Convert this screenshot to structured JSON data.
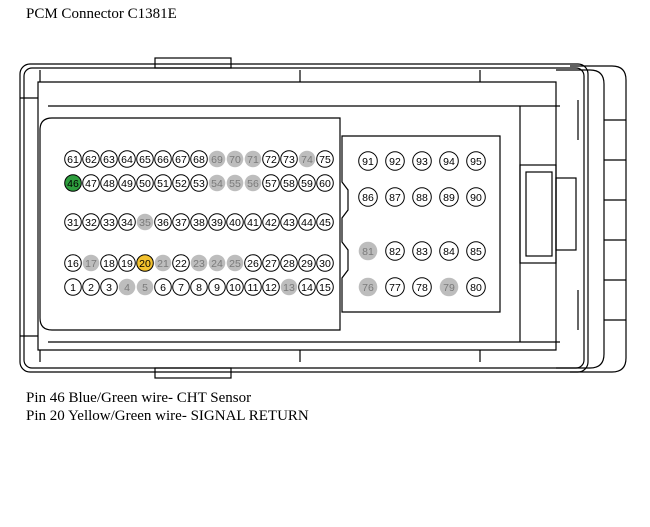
{
  "title": "PCM Connector C1381E",
  "notes": {
    "pin46": "Pin 46 Blue/Green wire- CHT Sensor",
    "pin20": "Pin 20 Yellow/Green wire- SIGNAL RETURN"
  },
  "colors": {
    "highlight_pin46": "#2e9e3e",
    "highlight_pin20": "#f2c12e",
    "unused_pin": "#bdbdbd",
    "outline": "#000000"
  },
  "pin_rows": {
    "left_row1": [
      "61",
      "62",
      "63",
      "64",
      "65",
      "66",
      "67",
      "68",
      "69",
      "70",
      "71",
      "72",
      "73",
      "74",
      "75"
    ],
    "left_row2": [
      "46",
      "47",
      "48",
      "49",
      "50",
      "51",
      "52",
      "53",
      "54",
      "55",
      "56",
      "57",
      "58",
      "59",
      "60"
    ],
    "left_row3": [
      "31",
      "32",
      "33",
      "34",
      "35",
      "36",
      "37",
      "38",
      "39",
      "40",
      "41",
      "42",
      "43",
      "44",
      "45"
    ],
    "left_row4": [
      "16",
      "17",
      "18",
      "19",
      "20",
      "21",
      "22",
      "23",
      "24",
      "25",
      "26",
      "27",
      "28",
      "29",
      "30"
    ],
    "left_row5": [
      "1",
      "2",
      "3",
      "4",
      "5",
      "6",
      "7",
      "8",
      "9",
      "10",
      "11",
      "12",
      "13",
      "14",
      "15"
    ],
    "right_row1": [
      "91",
      "92",
      "93",
      "94",
      "95"
    ],
    "right_row2": [
      "86",
      "87",
      "88",
      "89",
      "90"
    ],
    "right_row3": [
      "81",
      "82",
      "83",
      "84",
      "85"
    ],
    "right_row4": [
      "76",
      "77",
      "78",
      "79",
      "80"
    ]
  },
  "pin_status": {
    "unused": [
      "69",
      "70",
      "71",
      "74",
      "54",
      "55",
      "56",
      "35",
      "17",
      "21",
      "23",
      "24",
      "25",
      "4",
      "5",
      "13",
      "81",
      "76",
      "79"
    ],
    "highlighted": [
      "46",
      "20"
    ]
  }
}
